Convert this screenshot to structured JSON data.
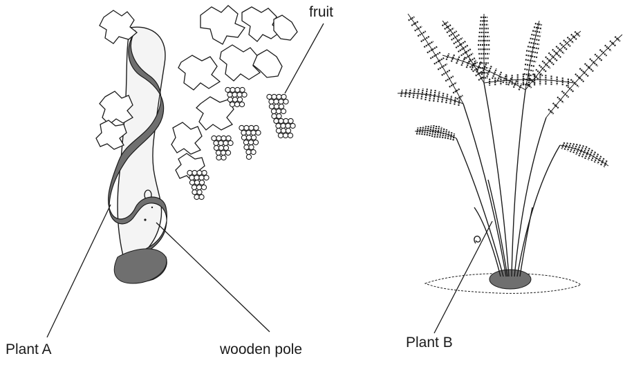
{
  "labels": {
    "fruit": "fruit",
    "plant_a": "Plant A",
    "wooden_pole": "wooden pole",
    "plant_b": "Plant B"
  },
  "colors": {
    "ink": "#1a1a1a",
    "shade": "#6f6f6f",
    "light_shade": "#9a9a9a",
    "background": "#ffffff"
  }
}
